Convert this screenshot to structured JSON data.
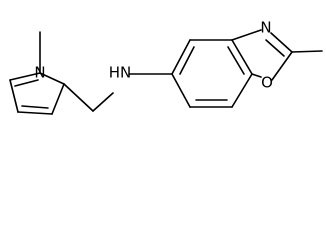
{
  "molecule": {
    "atoms": {
      "pyrrole_n": "N",
      "amine_nh": "HN",
      "oxazole_n": "N",
      "oxazole_o": "O"
    }
  },
  "colors": {
    "bond": "#000000",
    "label": "#000000",
    "background": "#ffffff"
  }
}
